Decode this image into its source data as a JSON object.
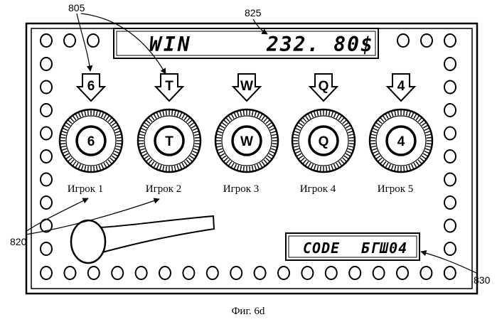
{
  "display": {
    "win_label": "WIN",
    "win_amount": "232. 80$"
  },
  "code_display": {
    "label": "CODE",
    "value": "БГШ04"
  },
  "reels": [
    {
      "symbol": "6",
      "player": "Игрок 1"
    },
    {
      "symbol": "T",
      "player": "Игрок 2"
    },
    {
      "symbol": "W",
      "player": "Игрок 3"
    },
    {
      "symbol": "Q",
      "player": "Игрок 4"
    },
    {
      "symbol": "4",
      "player": "Игрок 5"
    }
  ],
  "refs": {
    "r805": "805",
    "r825": "825",
    "r820": "820",
    "r830": "830"
  },
  "caption": "Фиг. 6d"
}
